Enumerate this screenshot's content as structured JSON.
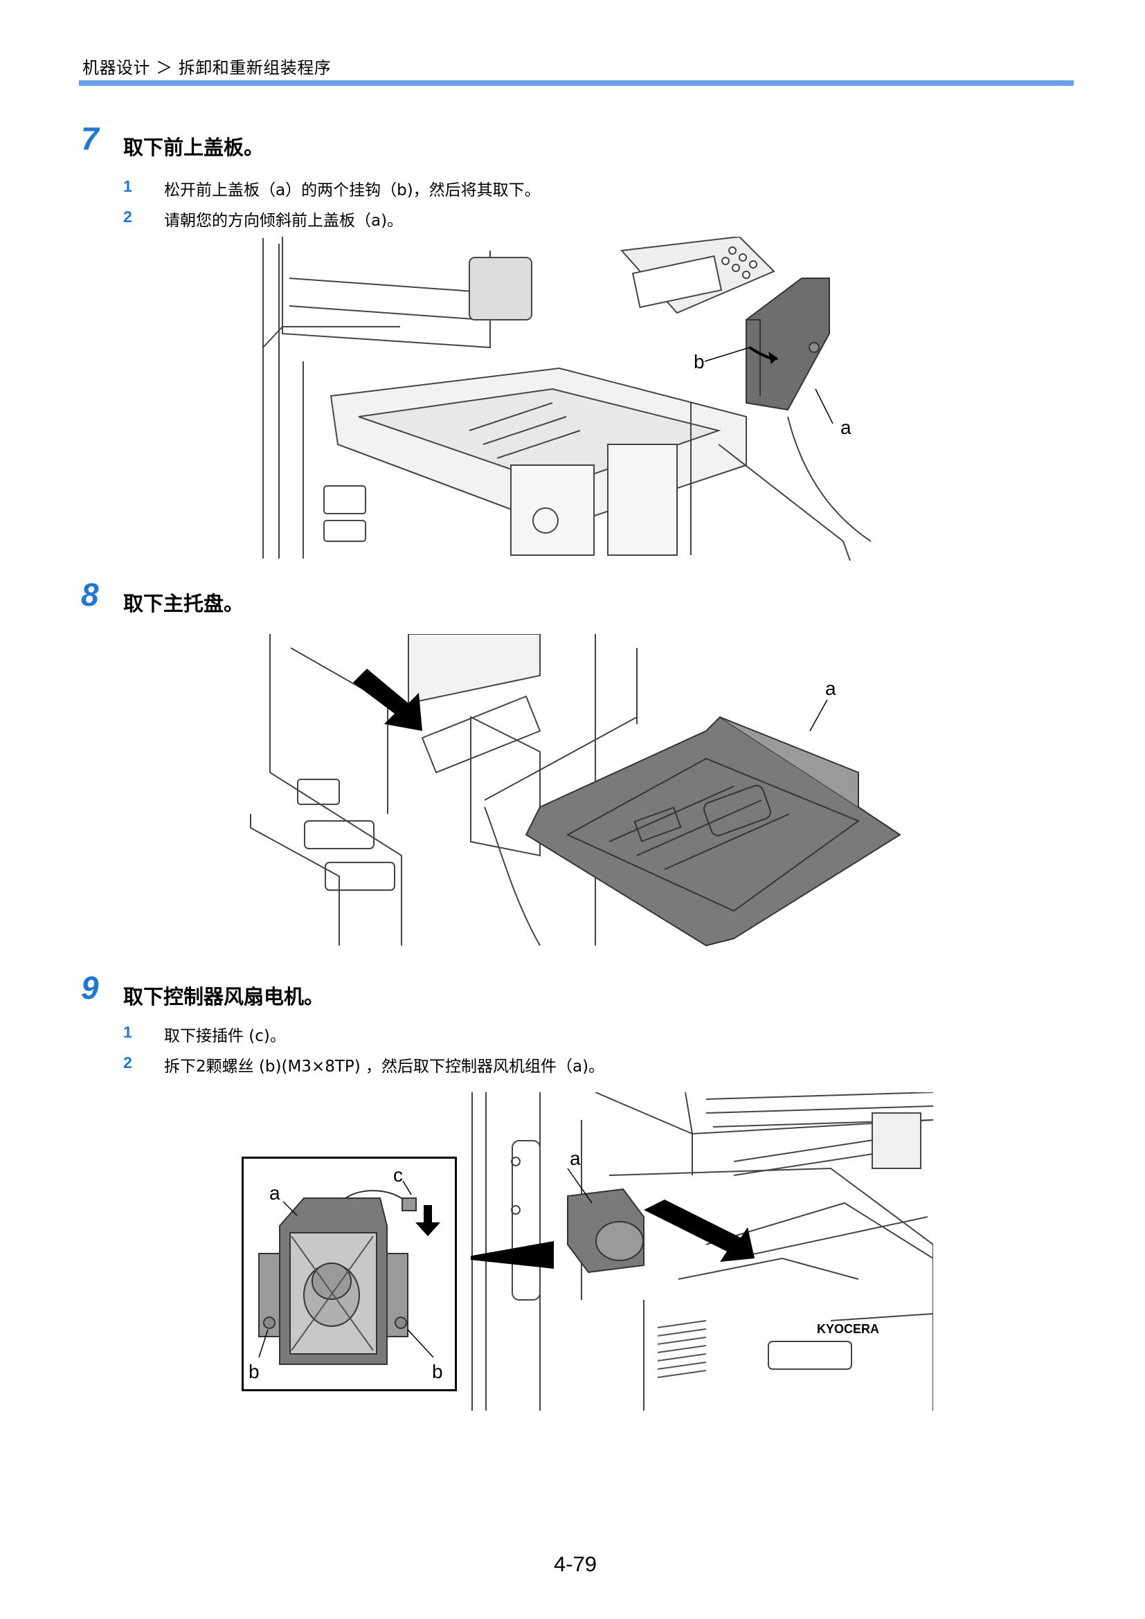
{
  "header": {
    "breadcrumb": "机器设计 ＞ 拆卸和重新组装程序"
  },
  "steps": [
    {
      "number": "7",
      "title": "取下前上盖板。",
      "substeps": [
        {
          "num": "1",
          "text": "松开前上盖板（a）的两个挂钩（b)，然后将其取下。"
        },
        {
          "num": "2",
          "text": "请朝您的方向倾斜前上盖板（a)。"
        }
      ],
      "figure_labels": {
        "a": "a",
        "b": "b"
      }
    },
    {
      "number": "8",
      "title": "取下主托盘。",
      "substeps": [],
      "figure_labels": {
        "a": "a"
      }
    },
    {
      "number": "9",
      "title": "取下控制器风扇电机。",
      "substeps": [
        {
          "num": "1",
          "text": "取下接插件 (c)。"
        },
        {
          "num": "2",
          "text": "拆下2颗螺丝 (b)(M3×8TP) ，然后取下控制器风机组件（a)。"
        }
      ],
      "figure_labels": {
        "a_inset": "a",
        "c": "c",
        "b_left": "b",
        "b_right": "b",
        "a_main": "a",
        "brand": "KYOCERA"
      }
    }
  ],
  "footer": {
    "page_number": "4-79"
  }
}
